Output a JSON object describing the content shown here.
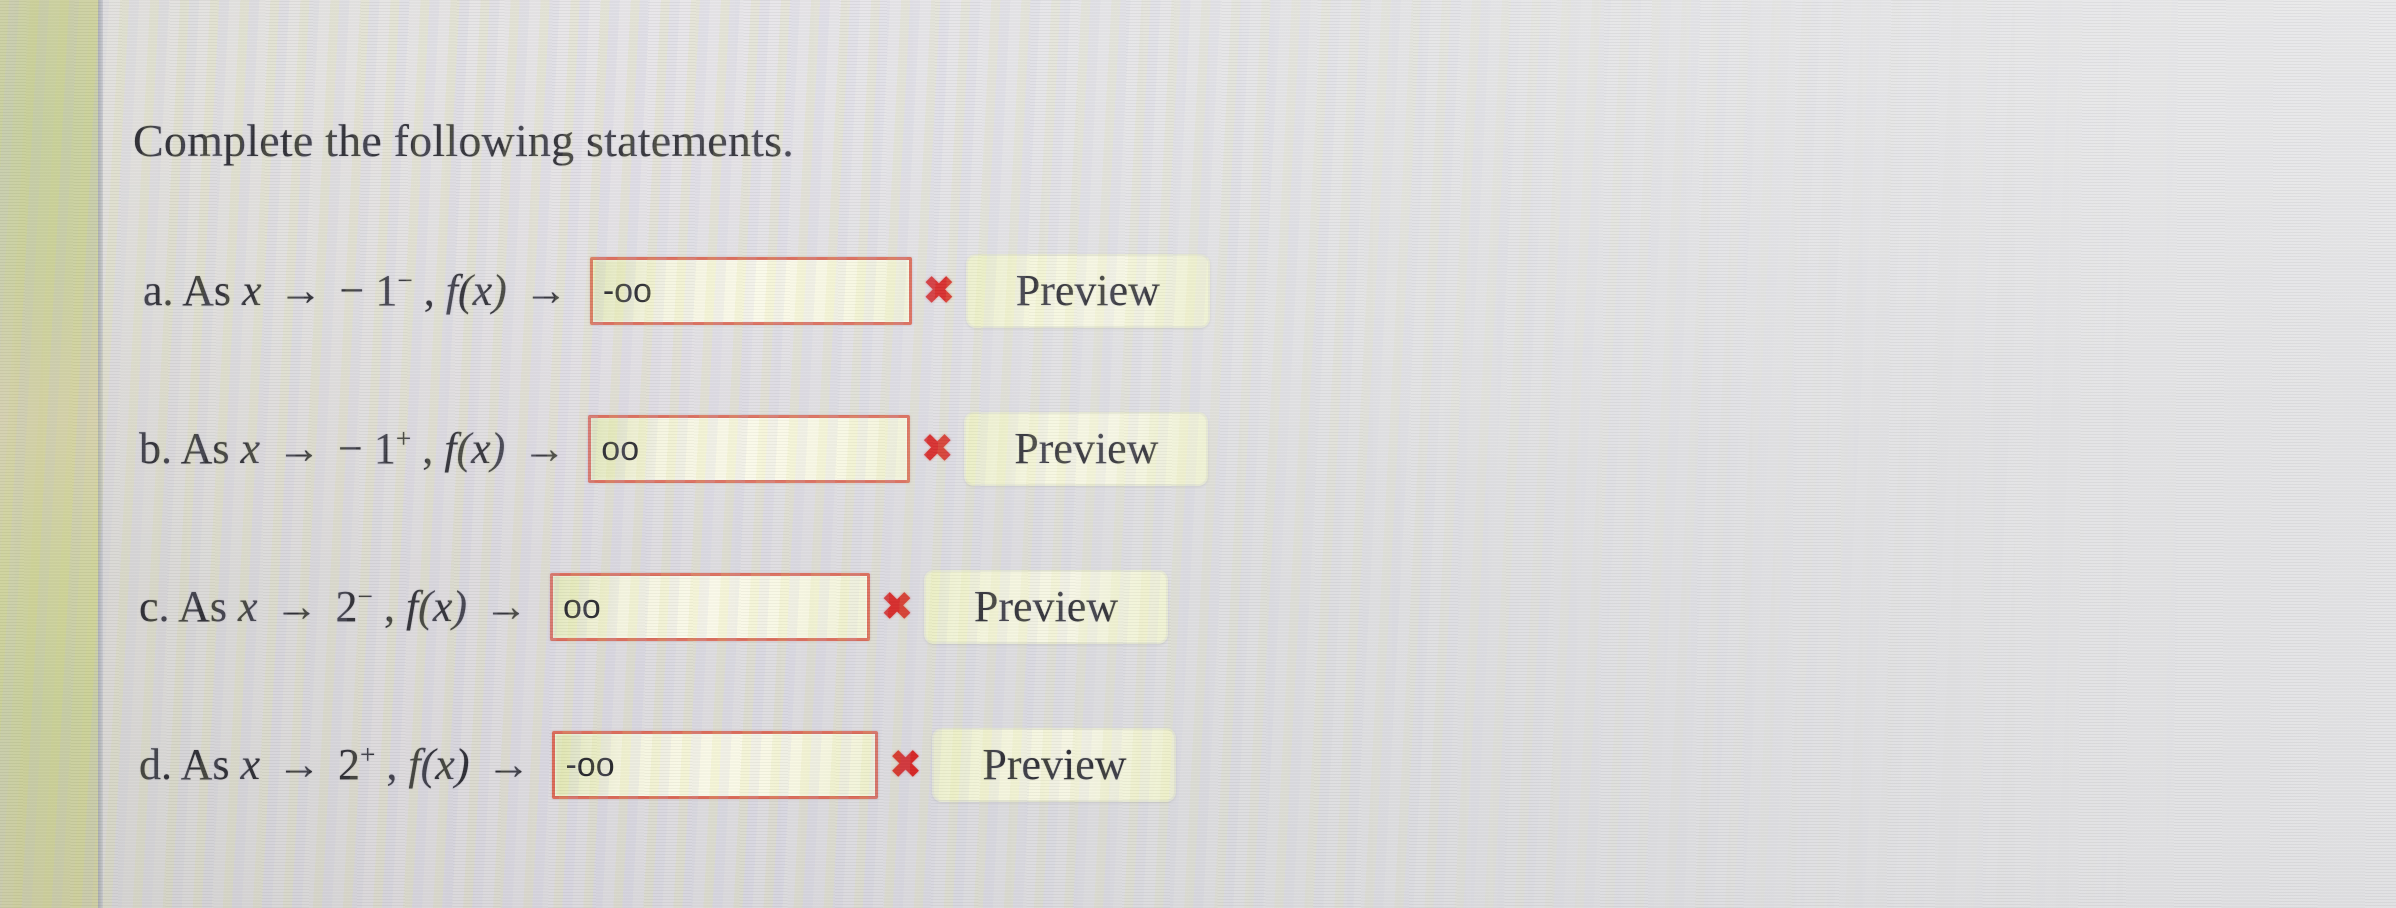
{
  "page": {
    "title": "Complete the following statements."
  },
  "icons": {
    "error_star": "✖"
  },
  "colors": {
    "input_border": "#d8604e",
    "input_background": "#faf9e2",
    "error_marker": "#d31515",
    "button_background": "#f2f4d6",
    "text": "#22222a",
    "page_background": "#dcdade",
    "left_strip": "#cdd3a4"
  },
  "statements": [
    {
      "key": "a",
      "marker": "a.",
      "prefix": "As",
      "variable": "x",
      "arrow": "→",
      "limit_point": "− 1",
      "side": "−",
      "comma": ",",
      "function": "f(x)",
      "arrow2": "→",
      "input_value": "-oo",
      "input_placeholder": "",
      "error_marker": "✖",
      "preview_label": "Preview",
      "full_text": "a. As x → − 1⁻ , f(x) →"
    },
    {
      "key": "b",
      "marker": "b.",
      "prefix": "As",
      "variable": "x",
      "arrow": "→",
      "limit_point": "− 1",
      "side": "+",
      "comma": ",",
      "function": "f(x)",
      "arrow2": "→",
      "input_value": "oo",
      "input_placeholder": "",
      "error_marker": "✖",
      "preview_label": "Preview",
      "full_text": "b. As x → − 1⁺, f(x) →"
    },
    {
      "key": "c",
      "marker": "c.",
      "prefix": "As",
      "variable": "x",
      "arrow": "→",
      "limit_point": "2",
      "side": "−",
      "comma": ",",
      "function": "f(x)",
      "arrow2": "→",
      "input_value": "oo",
      "input_placeholder": "",
      "error_marker": "✖",
      "preview_label": "Preview",
      "full_text": "c. As x → 2⁻ , f(x) →"
    },
    {
      "key": "d",
      "marker": "d.",
      "prefix": "As",
      "variable": "x",
      "arrow": "→",
      "limit_point": "2",
      "side": "+",
      "comma": ",",
      "function": "f(x)",
      "arrow2": "→",
      "input_value": "-oo",
      "input_placeholder": "",
      "error_marker": "✖",
      "preview_label": "Preview",
      "full_text": "d. As x → 2⁺, f(x) →"
    }
  ]
}
